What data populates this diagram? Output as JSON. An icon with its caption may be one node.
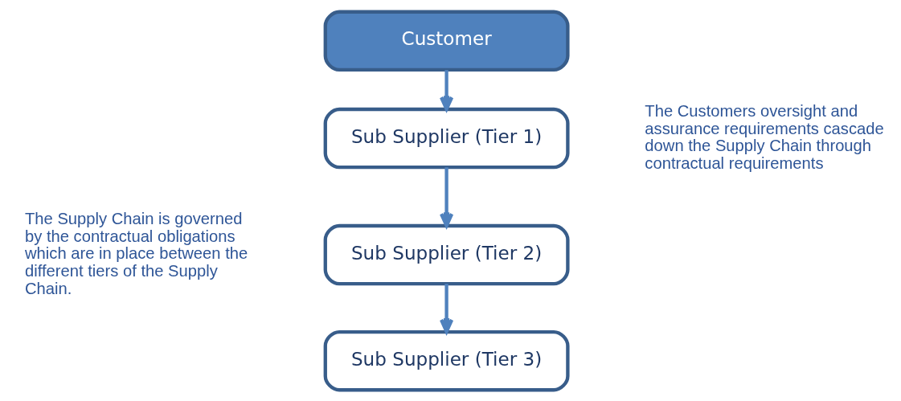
{
  "diagram": {
    "nodes": [
      {
        "text": [
          "Customer"
        ]
      },
      {
        "text": [
          "Sub Supplier (Tier 1)"
        ]
      },
      {
        "text": [
          "Sub Supplier (Tier 2)"
        ]
      },
      {
        "text": [
          "Sub Supplier (Tier 3)"
        ]
      }
    ],
    "edges": [
      {
        "from": 0,
        "to": 1,
        "arrow": "to"
      },
      {
        "from": 1,
        "to": 2,
        "arrow": "to"
      },
      {
        "from": 2,
        "to": 3,
        "arrow": "to"
      }
    ],
    "labels": [
      "The Customers oversight and assurance requirements cascade down the Supply Chain through contractual requirements",
      "The Supply Chain is governed by the contractual obligations which are in place between the different tiers of the Supply Chain."
    ]
  }
}
